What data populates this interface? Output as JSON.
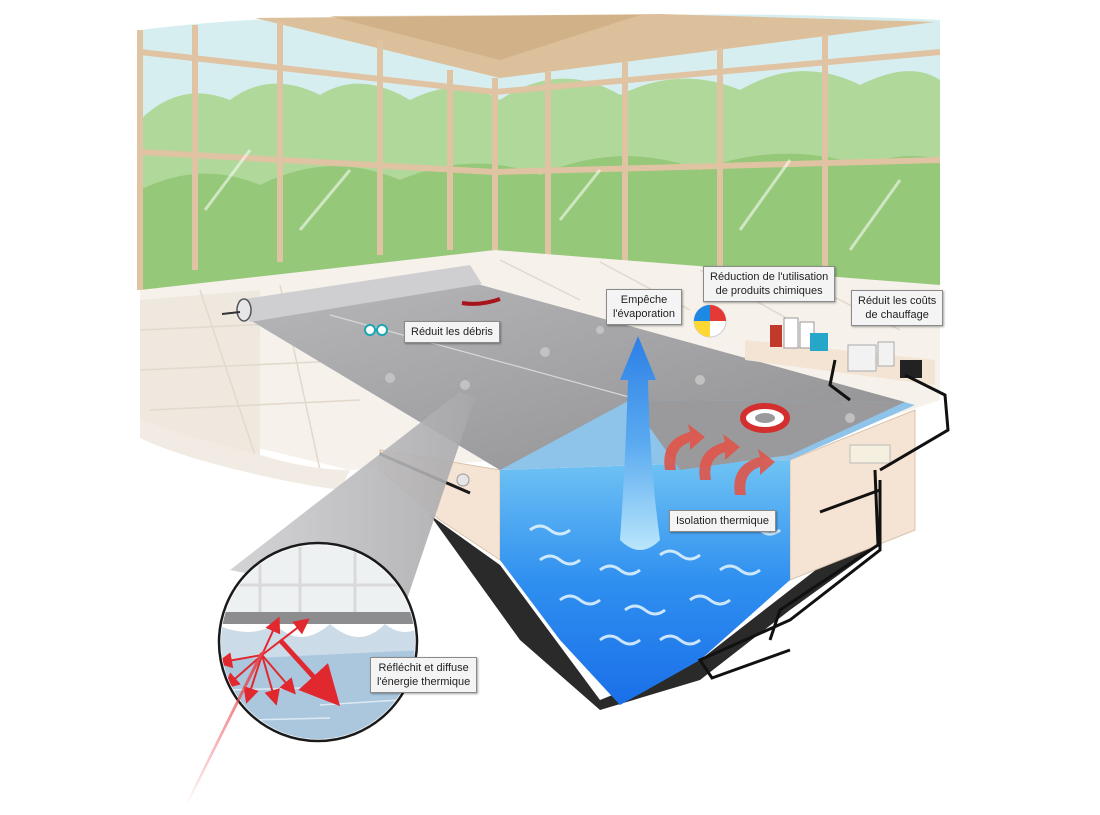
{
  "callouts": {
    "debris": {
      "line1": "Réduit les débris"
    },
    "evaporation": {
      "line1": "Empêche",
      "line2": "l'évaporation"
    },
    "chemicals": {
      "line1": "Réduction de l'utilisation",
      "line2": "de produits chimiques"
    },
    "heating": {
      "line1": "Réduit les coûts",
      "line2": "de chauffage"
    },
    "insulation": {
      "line1": "Isolation thermique"
    },
    "reflection": {
      "line1": "Réfléchit et diffuse",
      "line2": "l'énergie thermique"
    }
  },
  "colors": {
    "glass": "#cfe8ea",
    "trees": "#9ccb7e",
    "frame": "#e2c4a4",
    "cover": "#a9a9ab",
    "water": "#2f8ff0",
    "water_light": "#8fd3f7",
    "heat_arrow": "#d9433a",
    "floor": "#f6f1ea",
    "pool_wall": "#f5e3d3"
  }
}
